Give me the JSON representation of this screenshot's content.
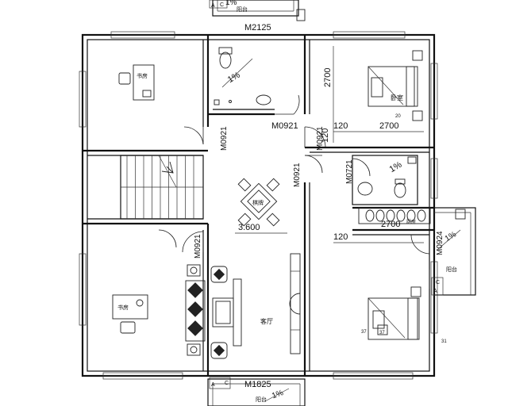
{
  "labels": {
    "balcony_top": "阳台",
    "balcony_bottom": "阳台",
    "balcony_right": "阳台",
    "study_top": "书房",
    "study_bottom": "书房",
    "bedroom_top": "卧室",
    "bedroom_num": "20",
    "chess": "棋牌",
    "living": "客厅",
    "kitchen_tag": "厨房"
  },
  "doors": {
    "m2125": "M2125",
    "m0921_a": "M0921",
    "m0921_b": "M0921",
    "m0921_c": "M0921",
    "m0921_d": "M0921",
    "m0921_e": "M0921",
    "m0721": "M0721",
    "m0924": "M0924",
    "m1825": "M1825"
  },
  "dims": {
    "d2700_v": "2700",
    "d120_a": "120",
    "d2700_h": "2700",
    "d120_b": "120",
    "d2700_h2": "2700",
    "d3600": "3.600",
    "d120_c": "120"
  },
  "slopes": {
    "s1": "1%",
    "s2": "1%",
    "s3": "1%",
    "s4": "1%",
    "s5": "1%"
  },
  "small": {
    "n37_a": "37",
    "n37_b": "37",
    "n31": "31",
    "a1": "A",
    "c1": "C",
    "a2": "A",
    "c2": "C",
    "a3": "A",
    "c3": "C"
  }
}
